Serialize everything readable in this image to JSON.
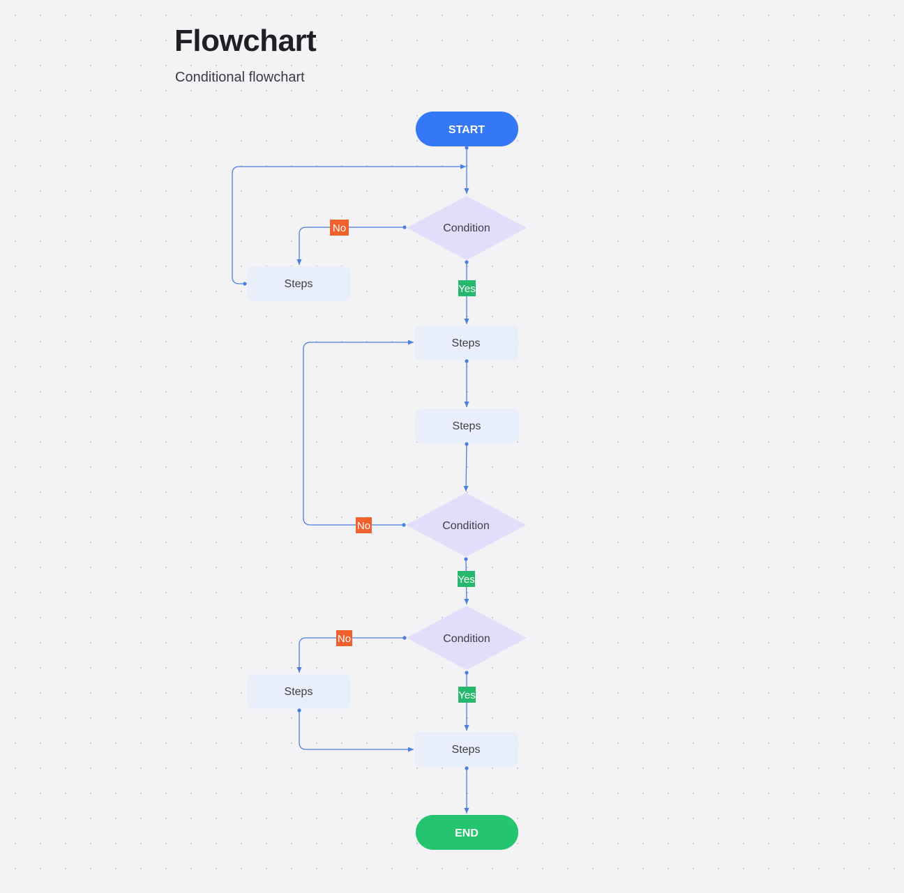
{
  "header": {
    "title": "Flowchart",
    "subtitle": "Conditional flowchart"
  },
  "colors": {
    "start": "#3478f6",
    "end": "#25c46f",
    "condition": "#e0defa",
    "step": "#e9eefb",
    "edge": "#4a7fe0",
    "no_label": "#f1612e",
    "yes_label": "#26b86c"
  },
  "nodes": {
    "start": "START",
    "condition_1": "Condition",
    "step_loop_1": "Steps",
    "step_1": "Steps",
    "step_2": "Steps",
    "condition_2": "Condition",
    "condition_3": "Condition",
    "step_branch_3": "Steps",
    "step_3": "Steps",
    "end": "END"
  },
  "edge_labels": {
    "c1_no": "No",
    "c1_yes": "Yes",
    "c2_no": "No",
    "c2_yes": "Yes",
    "c3_no": "No",
    "c3_yes": "Yes"
  }
}
